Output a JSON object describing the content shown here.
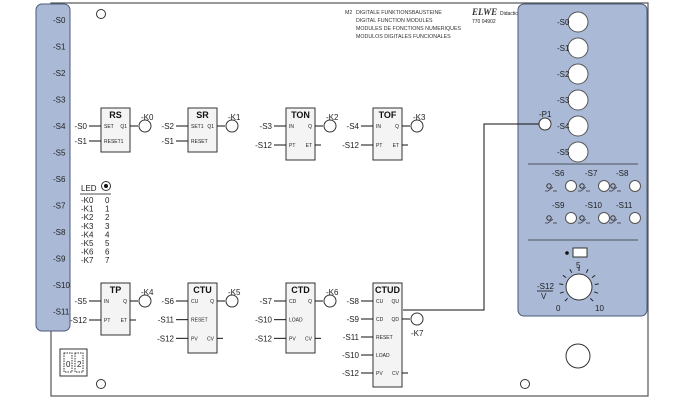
{
  "title": {
    "code": "M2",
    "lines": [
      "DIGITALE FUNKTIONSBAUSTEINE",
      "DIGITAL FUNCTION MODULES",
      "MODULES DE FONCTIONS NUMERIQUES",
      "MODULOS DIGITALES FUNCIONALES"
    ],
    "brand": "ELWE",
    "brand_sub": "Didactic",
    "part_no": "770 04902"
  },
  "left_inputs": [
    "-S0",
    "-S1",
    "-S2",
    "-S3",
    "-S4",
    "-S5",
    "-S6",
    "-S7",
    "-S8",
    "-S9",
    "-S10",
    "-S11"
  ],
  "right_switches": [
    "-S0",
    "-S1",
    "-S2",
    "-S3",
    "-S4",
    "-S5"
  ],
  "p1_label": "-P1",
  "small_switches": [
    "-S6",
    "-S7",
    "-S8",
    "-S9",
    "-S10",
    "-S11"
  ],
  "pot": {
    "label": "-S12",
    "unit": "V",
    "scale": [
      "0",
      "5",
      "10"
    ]
  },
  "led": {
    "title": "LED",
    "rows": [
      [
        "-K0",
        "0"
      ],
      [
        "-K1",
        "1"
      ],
      [
        "-K2",
        "2"
      ],
      [
        "-K3",
        "3"
      ],
      [
        "-K4",
        "4"
      ],
      [
        "-K5",
        "5"
      ],
      [
        "-K6",
        "6"
      ],
      [
        "-K7",
        "7"
      ]
    ]
  },
  "blocks": [
    {
      "name": "RS",
      "inputs": [
        [
          "-S0",
          "SET"
        ],
        [
          "-S1",
          "RESET1"
        ]
      ],
      "out_pin": "Q1",
      "out": "-K0"
    },
    {
      "name": "SR",
      "inputs": [
        [
          "-S2",
          "SET1"
        ],
        [
          "-S1",
          "RESET"
        ]
      ],
      "out_pin": "Q1",
      "out": "-K1"
    },
    {
      "name": "TON",
      "inputs": [
        [
          "-S3",
          "IN"
        ],
        [
          "-S12",
          "PT"
        ]
      ],
      "out_pin": "Q",
      "et": "ET",
      "out": "-K2"
    },
    {
      "name": "TOF",
      "inputs": [
        [
          "-S4",
          "IN"
        ],
        [
          "-S12",
          "PT"
        ]
      ],
      "out_pin": "Q",
      "et": "ET",
      "out": "-K3"
    },
    {
      "name": "TP",
      "inputs": [
        [
          "-S5",
          "IN"
        ],
        [
          "-S12",
          "PT"
        ]
      ],
      "out_pin": "Q",
      "et": "ET",
      "out": "-K4"
    },
    {
      "name": "CTU",
      "inputs": [
        [
          "-S6",
          "CU"
        ],
        [
          "-S11",
          "RESET"
        ],
        [
          "-S12",
          "PV"
        ]
      ],
      "out_pin": "Q",
      "cv": "CV",
      "out": "-K5"
    },
    {
      "name": "CTD",
      "inputs": [
        [
          "-S7",
          "CD"
        ],
        [
          "-S10",
          "LOAD"
        ],
        [
          "-S12",
          "PV"
        ]
      ],
      "out_pin": "Q",
      "cv": "CV",
      "out": "-K6"
    },
    {
      "name": "CTUD",
      "inputs": [
        [
          "-S8",
          "CU"
        ],
        [
          "-S9",
          "CD"
        ],
        [
          "-S11",
          "RESET"
        ],
        [
          "-S10",
          "LOAD"
        ],
        [
          "-S12",
          "PV"
        ]
      ],
      "out_pins": [
        "QU",
        "QD"
      ],
      "cv": "CV",
      "out": "-K7"
    }
  ],
  "display_digits": [
    "0",
    "2"
  ],
  "colors": {
    "panel": "#a9b9d6",
    "panel_border": "#4a5a78",
    "line": "#111111"
  }
}
